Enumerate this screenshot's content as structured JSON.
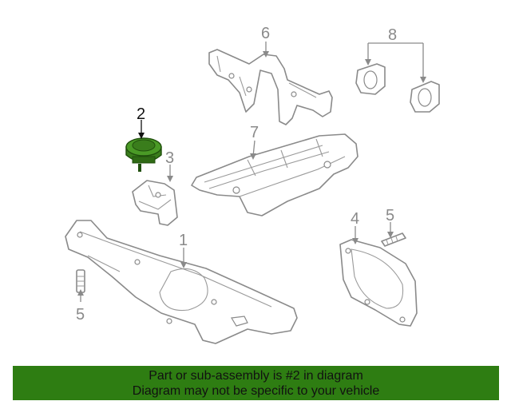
{
  "callouts": {
    "c1": "1",
    "c2": "2",
    "c3": "3",
    "c4": "4",
    "c5a": "5",
    "c5b": "5",
    "c6": "6",
    "c7": "7",
    "c8": "8"
  },
  "highlighted_part": "2",
  "colors": {
    "highlight": "#3a7d1c",
    "line_art": "#8a8a8a",
    "banner_bg": "#2e7d12"
  },
  "banner": {
    "line1": "Part or sub-assembly is #2 in diagram",
    "line2": "Diagram may not be specific to your vehicle"
  }
}
